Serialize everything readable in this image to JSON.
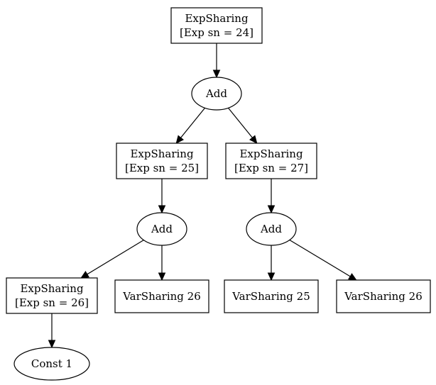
{
  "diagram": {
    "nodes": {
      "n24": {
        "shape": "box",
        "lines": [
          "ExpSharing",
          "[Exp sn = 24]"
        ]
      },
      "add1": {
        "shape": "ellipse",
        "lines": [
          "Add"
        ]
      },
      "n25": {
        "shape": "box",
        "lines": [
          "ExpSharing",
          "[Exp sn = 25]"
        ]
      },
      "n27": {
        "shape": "box",
        "lines": [
          "ExpSharing",
          "[Exp sn = 27]"
        ]
      },
      "add2": {
        "shape": "ellipse",
        "lines": [
          "Add"
        ]
      },
      "add3": {
        "shape": "ellipse",
        "lines": [
          "Add"
        ]
      },
      "n26": {
        "shape": "box",
        "lines": [
          "ExpSharing",
          "[Exp sn = 26]"
        ]
      },
      "var26a": {
        "shape": "box",
        "lines": [
          "VarSharing 26"
        ]
      },
      "var25": {
        "shape": "box",
        "lines": [
          "VarSharing 25"
        ]
      },
      "var26b": {
        "shape": "box",
        "lines": [
          "VarSharing 26"
        ]
      },
      "const1": {
        "shape": "ellipse",
        "lines": [
          "Const 1"
        ]
      }
    },
    "edges": [
      {
        "from": "n24",
        "to": "add1"
      },
      {
        "from": "add1",
        "to": "n25"
      },
      {
        "from": "add1",
        "to": "n27"
      },
      {
        "from": "n25",
        "to": "add2"
      },
      {
        "from": "n27",
        "to": "add3"
      },
      {
        "from": "add2",
        "to": "n26"
      },
      {
        "from": "add2",
        "to": "var26a"
      },
      {
        "from": "add3",
        "to": "var25"
      },
      {
        "from": "add3",
        "to": "var26b"
      },
      {
        "from": "n26",
        "to": "const1"
      }
    ]
  }
}
